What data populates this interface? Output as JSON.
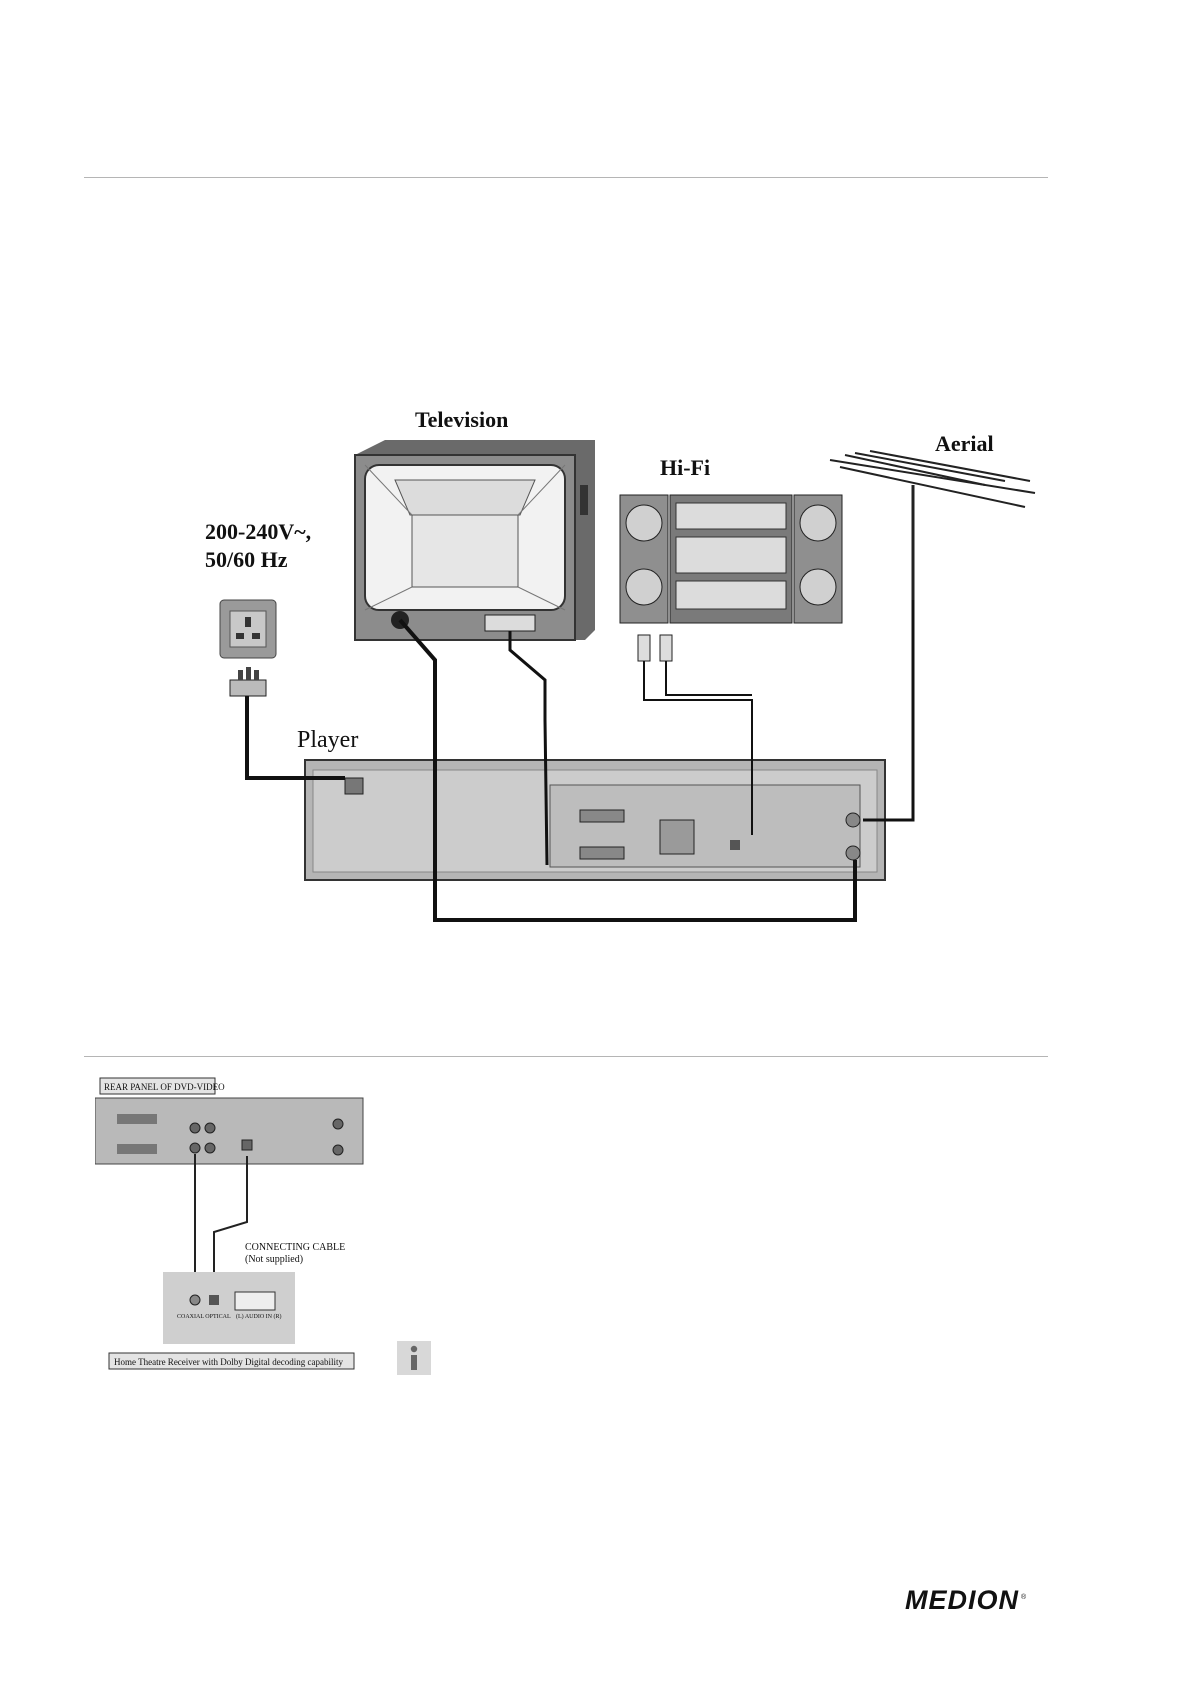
{
  "main_diagram": {
    "television_label": "Television",
    "hifi_label": "Hi-Fi",
    "aerial_label": "Aerial",
    "power_label_line1": "200-240V~,",
    "power_label_line2": "50/60 Hz",
    "player_label": "Player"
  },
  "rear_panel_diagram": {
    "title": "REAR PANEL OF DVD-VIDEO",
    "cable_label_line1": "CONNECTING  CABLE",
    "cable_label_line2": "(Not supplied)",
    "receiver_jacks_label": "COAXIAL OPTICAL",
    "receiver_audio_label": "(L) AUDIO IN (R)",
    "receiver_caption": "Home Theatre Receiver with Dolby Digital decoding capability"
  },
  "info_icon": "info-icon",
  "logo": {
    "text": "MEDION",
    "mark": "®"
  }
}
